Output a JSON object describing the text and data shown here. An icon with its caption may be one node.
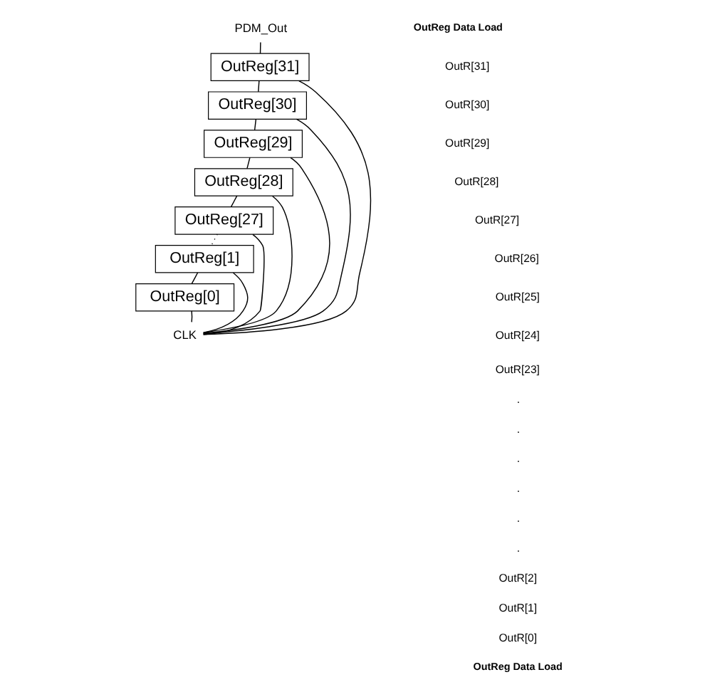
{
  "diagram": {
    "nodes": [
      {
        "text": [
          "PDM_Out"
        ]
      },
      {
        "text": [
          "OutReg[31]"
        ]
      },
      {
        "text": [
          "OutReg[30]"
        ]
      },
      {
        "text": [
          "OutReg[29]"
        ]
      },
      {
        "text": [
          "OutReg[28]"
        ]
      },
      {
        "text": [
          "OutReg[27]"
        ]
      },
      {
        "text": [
          "OutReg[1]"
        ]
      },
      {
        "text": [
          "OutReg[0]"
        ]
      },
      {
        "text": [
          "CLK"
        ]
      }
    ],
    "edges": [
      {
        "from": 0,
        "to": 1,
        "arrow": "none"
      },
      {
        "from": 1,
        "to": 2,
        "arrow": "none"
      },
      {
        "from": 2,
        "to": 3,
        "arrow": "none"
      },
      {
        "from": 3,
        "to": 4,
        "arrow": "none"
      },
      {
        "from": 4,
        "to": 5,
        "arrow": "none"
      },
      {
        "from": 5,
        "to": 6,
        "arrow": "none",
        "style": "dashed"
      },
      {
        "from": 6,
        "to": 7,
        "arrow": "none"
      },
      {
        "from": 8,
        "to": 1,
        "arrow": "none"
      },
      {
        "from": 8,
        "to": 2,
        "arrow": "none"
      },
      {
        "from": 8,
        "to": 3,
        "arrow": "none"
      },
      {
        "from": 8,
        "to": 4,
        "arrow": "none"
      },
      {
        "from": 8,
        "to": 5,
        "arrow": "none"
      },
      {
        "from": 8,
        "to": 6,
        "arrow": "none"
      },
      {
        "from": 8,
        "to": 7,
        "arrow": "none"
      }
    ],
    "labels": [
      "OutReg Data Load",
      "OutR[31]",
      "OutR[30]",
      "OutR[29]",
      "OutR[28]",
      "OutR[27]",
      "OutR[26]",
      "OutR[25]",
      "OutR[24]",
      "OutR[23]",
      ".",
      ".",
      ".",
      ".",
      ".",
      ".",
      "OutR[2]",
      "OutR[1]",
      "OutR[0]",
      "OutReg Data Load"
    ]
  }
}
